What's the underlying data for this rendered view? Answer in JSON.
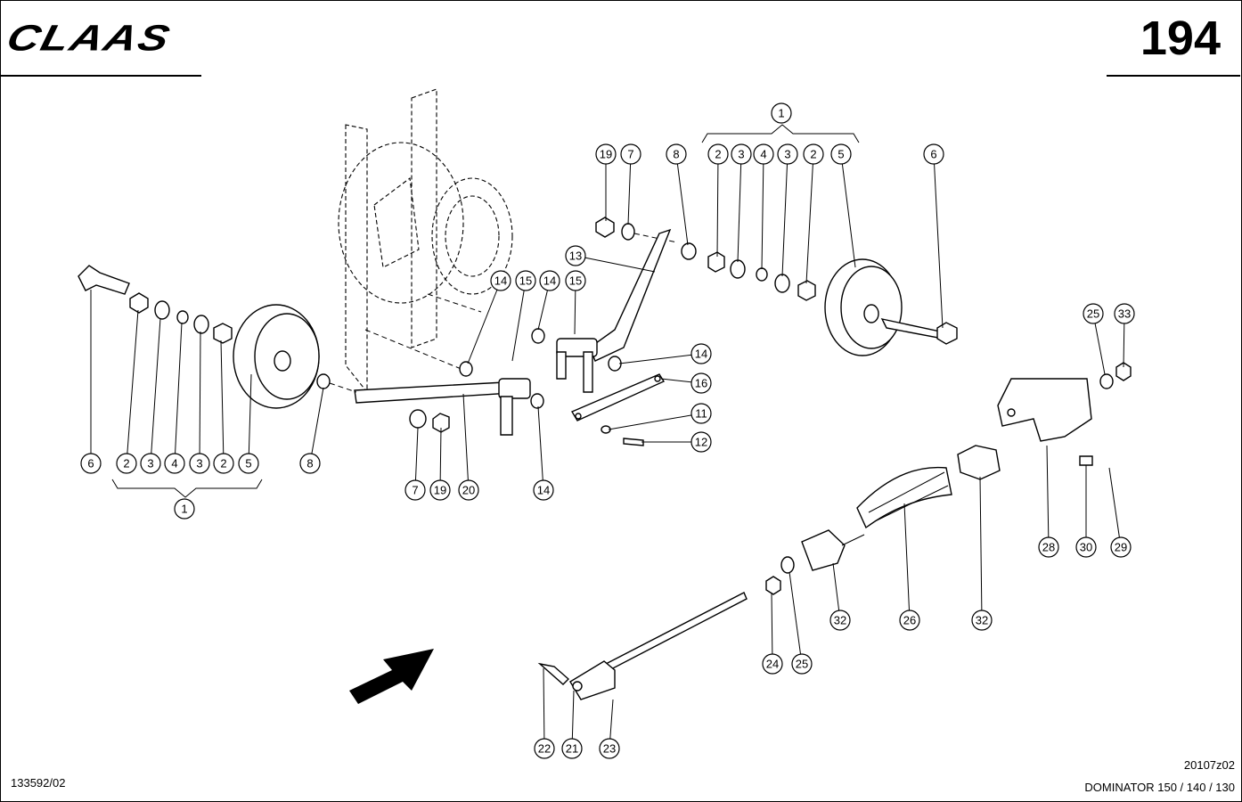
{
  "header": {
    "logo_text": "CLAAS",
    "page_number": "194"
  },
  "footer": {
    "left_code": "133592/02",
    "right_code": "20107z02",
    "model": "DOMINATOR 150 / 140 / 130"
  },
  "callouts": [
    "1",
    "19",
    "7",
    "8",
    "2",
    "3",
    "4",
    "3",
    "2",
    "5",
    "6",
    "13",
    "14",
    "15",
    "14",
    "15",
    "14",
    "16",
    "11",
    "12",
    "14",
    "7",
    "19",
    "20",
    "8",
    "6",
    "2",
    "3",
    "4",
    "3",
    "2",
    "5",
    "1",
    "25",
    "33",
    "28",
    "30",
    "29",
    "32",
    "26",
    "32",
    "24",
    "25",
    "22",
    "21",
    "23"
  ]
}
